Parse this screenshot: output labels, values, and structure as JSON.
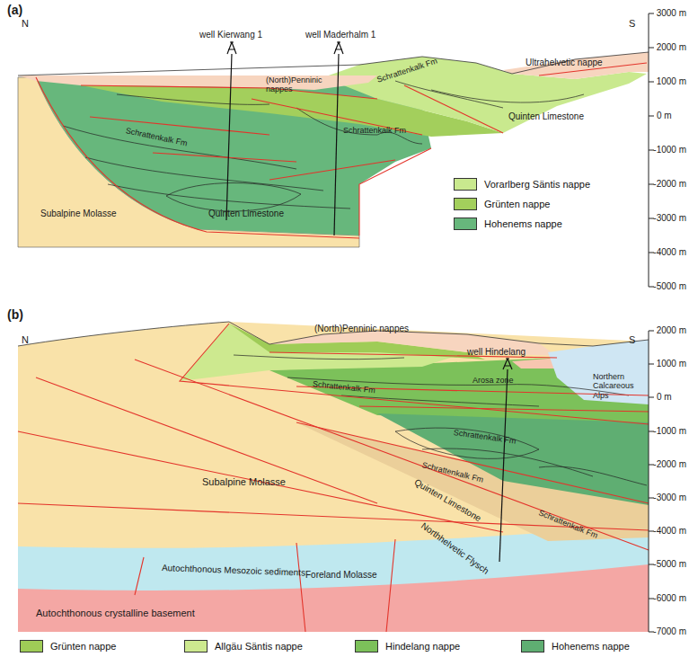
{
  "diagram": {
    "labels": [
      "(a)",
      "N",
      "S",
      "well Kierwang 1",
      "well Maderhalm 1",
      "(North)Penninic nappes",
      "Schrattenkalk Fm",
      "Ultrahelvetic nappe",
      "Schrattenkalk Fm",
      "Schrattenkalk Fm",
      "Quinten Limestone",
      "Quinten Limestone",
      "Subalpine Molasse",
      "3000 m",
      "2000 m",
      "1000 m",
      "0 m",
      "-1000 m",
      "-2000 m",
      "-3000 m",
      "-4000 m",
      "-5000 m",
      "(b)",
      "N",
      "S",
      "(North)Penninic nappes",
      "well Hindelang",
      "Arosa zone",
      "Northern Calcareous Alps",
      "Schrattenkalk Fm",
      "Schrattenkalk Fm",
      "Schrattenkalk Fm",
      "Quinten Limestone",
      "Schrattenkalk Fm",
      "Subalpine Molasse",
      "Northhelvetic Flysch",
      "Foreland Molasse",
      "Autochthonous Mesozoic sediments",
      "Autochthonous crystalline basement",
      "2000 m",
      "1000 m",
      "0 m",
      "-1000 m",
      "-2000 m",
      "-3000 m",
      "-4000 m",
      "-5000 m",
      "-6000 m",
      "-7000 m"
    ],
    "legend": [
      {
        "text": "Vorarlberg Säntis nappe",
        "color": "#c9e98e"
      },
      {
        "text": "Grünten nappe",
        "color": "#a3cf5c"
      },
      {
        "text": "Hohenems nappe",
        "color": "#67b77c"
      },
      {
        "text": "Grünten nappe",
        "color": "#9fcc57"
      },
      {
        "text": "Allgäu Säntis nappe",
        "color": "#cde98f"
      },
      {
        "text": "Hindelang nappe",
        "color": "#7cc15a"
      },
      {
        "text": "Hohenems nappe",
        "color": "#5fae72"
      }
    ]
  }
}
